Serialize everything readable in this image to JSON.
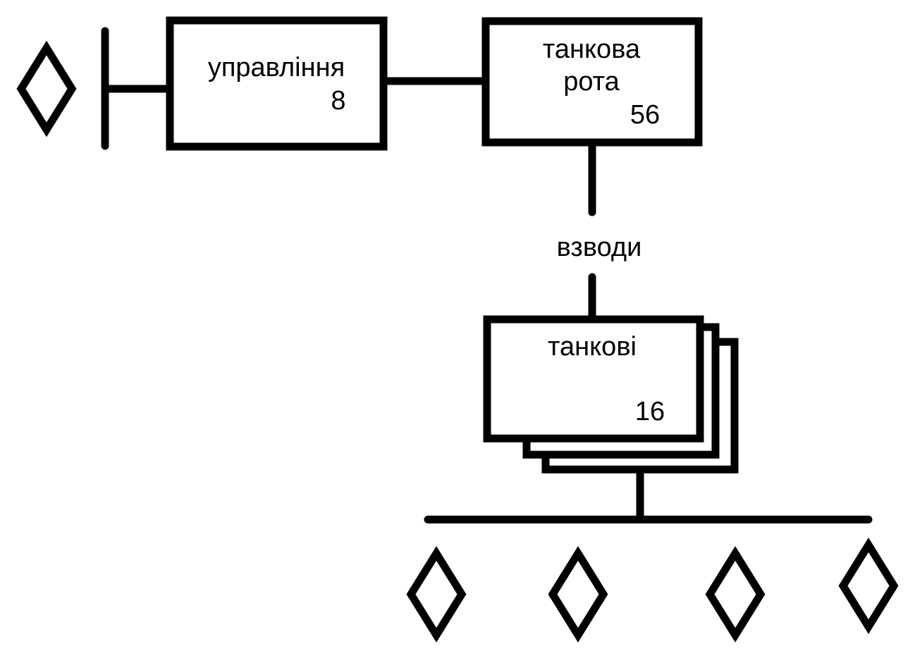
{
  "diagram": {
    "management": {
      "name": "управління",
      "count": "8"
    },
    "company": {
      "line1": "танкова",
      "line2": "рота",
      "count": "56"
    },
    "connector_label": "взводи",
    "platoons": {
      "name": "танкові",
      "count": "16"
    },
    "tank_symbol_count": 4
  },
  "colors": {
    "stroke": "#000000",
    "background": "#ffffff"
  }
}
